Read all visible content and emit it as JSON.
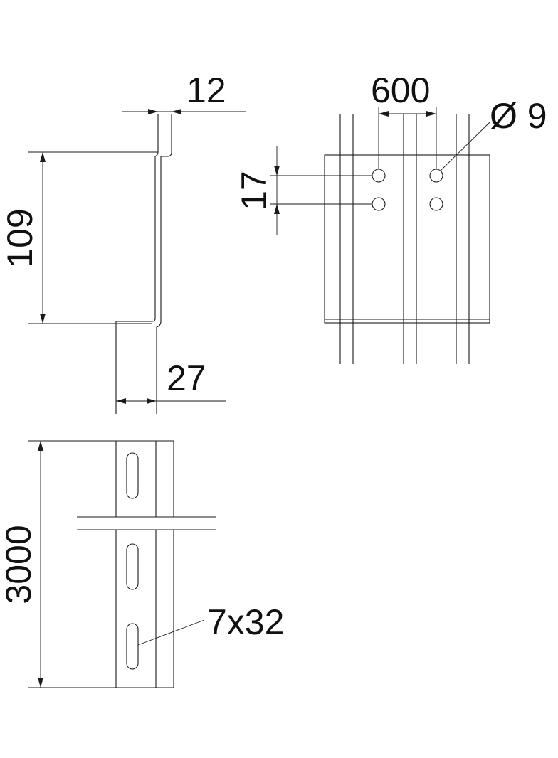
{
  "dimensions": {
    "flange_thickness": "12",
    "height": "109",
    "base_width": "27",
    "hole_spacing": "600",
    "hole_diameter": "Ø 9",
    "hole_pitch": "17",
    "length": "3000",
    "slot_size": "7x32"
  }
}
